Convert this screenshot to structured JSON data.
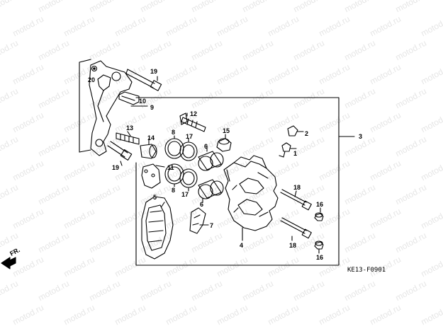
{
  "watermark": "motod.ru",
  "labels": {
    "p1": "1",
    "p2": "2",
    "p3": "3",
    "p4": "4",
    "p5": "5",
    "p6a": "6",
    "p6b": "6",
    "p7": "7",
    "p8a": "8",
    "p8b": "8",
    "p9": "9",
    "p10": "10",
    "p11": "11",
    "p12": "12",
    "p13": "13",
    "p14": "14",
    "p15": "15",
    "p16a": "16",
    "p16b": "16",
    "p17a": "17",
    "p17b": "17",
    "p18a": "18",
    "p18b": "18",
    "p19a": "19",
    "p19b": "19",
    "p20": "20"
  },
  "front_marker": "FR.",
  "diagram_code": "KE13-F0901"
}
